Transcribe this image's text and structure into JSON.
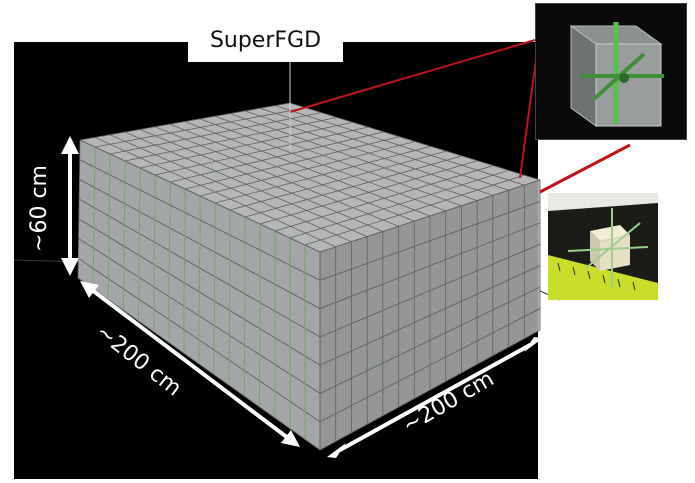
{
  "title": "SuperFGD",
  "dimensions": {
    "height_label": "~60 cm",
    "length_label": "~200 cm",
    "width_label": "~200 cm"
  },
  "colors": {
    "background": "#000000",
    "cube_face": "#b9bcbd",
    "grid_line": "#5f6263",
    "fiber": "#7ed957",
    "zoom_line": "#c0141b",
    "ruler": "#c9de2a"
  },
  "insets": {
    "cube_render": "single-cube-3d-render",
    "cube_photo": "single-cube-photo"
  }
}
